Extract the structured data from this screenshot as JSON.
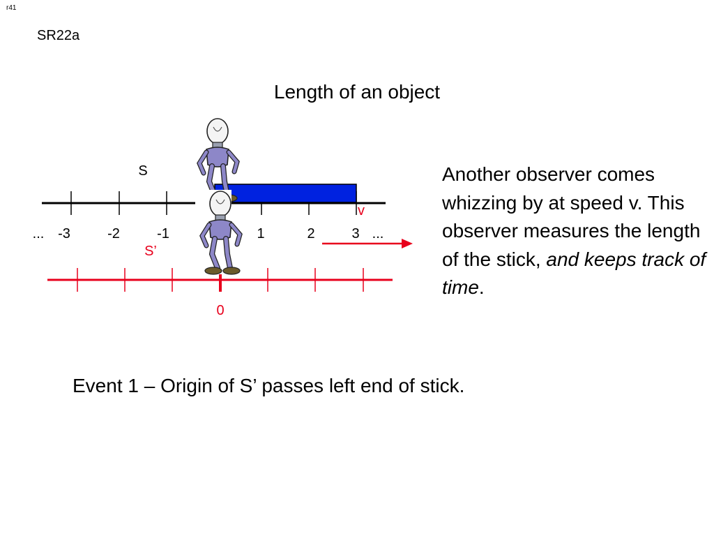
{
  "slide": {
    "id": "r41",
    "code": "SR22a",
    "title": "Length of an object"
  },
  "frame_s": {
    "label": "S",
    "ellipsis_left": "...",
    "ellipsis_right": "...",
    "ticks": [
      "-3",
      "-2",
      "-1",
      "1",
      "2",
      "3"
    ],
    "color": "#000000"
  },
  "frame_s_prime": {
    "label": "S’",
    "origin_label": "0",
    "velocity_label": "v",
    "color": "#e8001c"
  },
  "stick": {
    "color": "#0022e0"
  },
  "description": {
    "text": "Another observer comes whizzing by at speed v.  This observer measures the length of the stick, ",
    "emphasis": "and keeps track of time",
    "end": "."
  },
  "event": "Event 1 – Origin of S’ passes left end of stick.",
  "icons": [
    "lightbulb-robot-observer-icon"
  ]
}
